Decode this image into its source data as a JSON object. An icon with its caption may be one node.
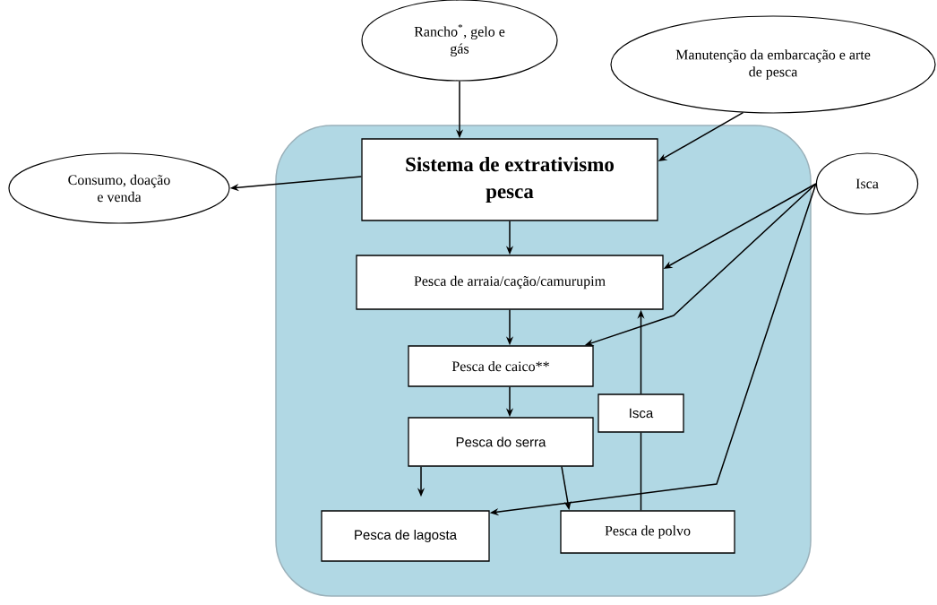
{
  "diagram": {
    "nodes": [
      {
        "text": [],
        "shape": "box"
      },
      {
        "text": [
          "Rancho$^{*}$, gelo e gás"
        ]
      },
      {
        "text": [
          "Manutenção da embarcação e arte de pesca"
        ]
      },
      {
        "text": [
          "Consumo, doação e venda"
        ]
      },
      {
        "text": [
          "Sistema de extrativismo pesca"
        ],
        "in": 0
      },
      {
        "text": [
          "Isca"
        ]
      },
      {
        "text": [
          "Pesca de arraia/cação/camurupim"
        ],
        "in": 0
      },
      {
        "text": [
          "Pesca de caico**"
        ],
        "in": 0
      },
      {
        "text": [
          "Pesca do serra"
        ],
        "in": 0
      },
      {
        "text": [
          "Isca"
        ],
        "in": 0
      },
      {
        "text": [
          "Pesca de lagosta"
        ],
        "in": 0
      },
      {
        "text": [
          "Pesca de polvo"
        ],
        "in": 0
      }
    ],
    "edges": [
      {
        "from": 1,
        "to": 4,
        "arrow": "to"
      },
      {
        "from": 2,
        "to": 4,
        "arrow": "to"
      },
      {
        "from": 4,
        "to": 3,
        "arrow": "to"
      },
      {
        "from": 4,
        "to": 6,
        "arrow": "to"
      },
      {
        "from": 5,
        "to": 6,
        "arrow": "to"
      },
      {
        "from": 5,
        "to": 7,
        "arrow": "to"
      },
      {
        "from": 5,
        "to": 10,
        "arrow": "to"
      },
      {
        "from": 6,
        "to": 7,
        "arrow": "to"
      },
      {
        "from": 7,
        "to": 8,
        "arrow": "to"
      },
      {
        "from": 8,
        "to": 10,
        "arrow": "to"
      },
      {
        "from": 8,
        "to": 11,
        "arrow": "to"
      },
      {
        "from": 11,
        "to": 9,
        "arrow": "none"
      },
      {
        "from": 9,
        "to": 6,
        "arrow": "to"
      }
    ]
  }
}
